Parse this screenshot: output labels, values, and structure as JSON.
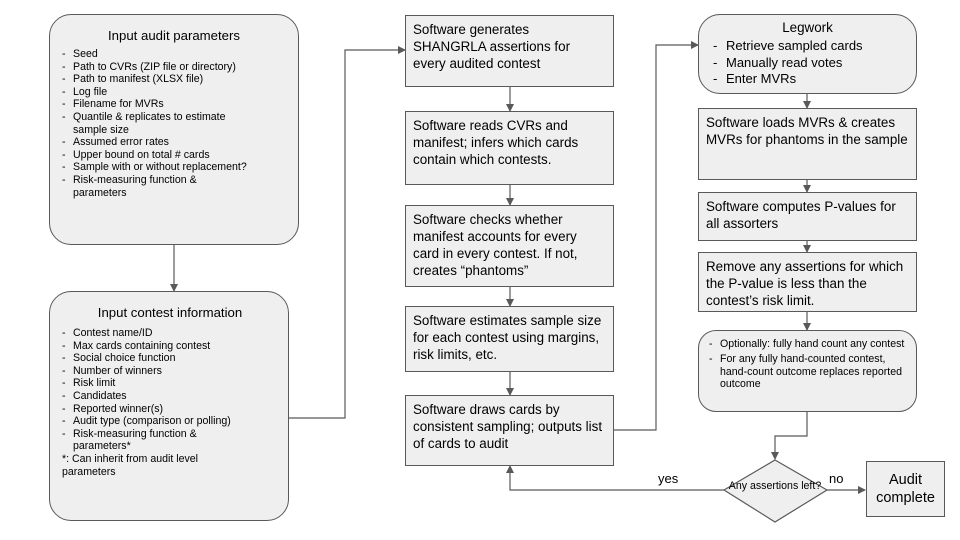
{
  "audit_params": {
    "title": "Input audit parameters",
    "items": [
      "Seed",
      "Path to CVRs (ZIP file or directory)",
      "Path to manifest (XLSX file)",
      "Log file",
      "Filename for MVRs",
      "Quantile & replicates to estimate sample size",
      "Assumed error rates",
      "Upper bound on total # cards",
      "Sample with or without replacement?",
      "Risk-measuring function & parameters"
    ]
  },
  "contest_info": {
    "title": "Input contest information",
    "items": [
      "Contest name/ID",
      "Max cards containing contest",
      "Social choice function",
      "Number of winners",
      "Risk limit",
      "Candidates",
      "Reported winner(s)",
      "Audit type (comparison or polling)",
      "Risk-measuring function & parameters*"
    ],
    "footnote": "*: Can inherit from audit level parameters"
  },
  "steps": {
    "generate": "Software generates SHANGRLA assertions for every audited contest",
    "read": "Software reads CVRs and manifest; infers which cards contain which contests.",
    "check": "Software checks whether manifest accounts for every card in every contest. If not, creates “phantoms”",
    "estimate": "Software estimates sample size for each contest using margins, risk limits, etc.",
    "draw": "Software draws cards by consistent sampling; outputs list of cards to audit",
    "load": "Software loads MVRs & creates MVRs for phantoms in the sample",
    "pvalues": "Software computes P-values for all assorters",
    "remove": "Remove any assertions for which the P-value is less than the contest’s risk limit."
  },
  "legwork": {
    "title": "Legwork",
    "items": [
      "Retrieve sampled cards",
      "Manually read votes",
      "Enter MVRs"
    ]
  },
  "optional": {
    "items": [
      "Optionally: fully hand count any contest",
      "For any fully hand-counted contest, hand-count outcome replaces reported outcome"
    ]
  },
  "decision": {
    "question": "Any assertions left?",
    "yes_label": "yes",
    "no_label": "no"
  },
  "end": {
    "label": "Audit complete"
  }
}
